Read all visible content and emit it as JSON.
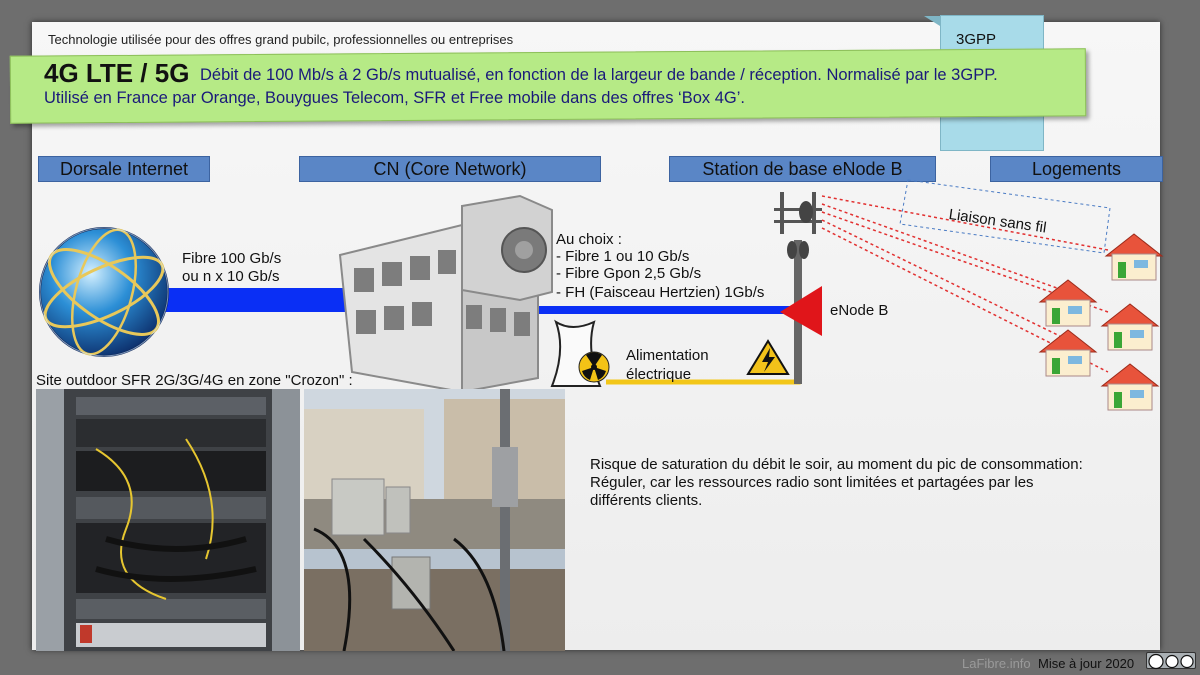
{
  "tab": {
    "label": "3GPP"
  },
  "subtitle": "Technologie utilisée pour des offres grand pubilc, professionnelles ou entreprises",
  "banner": {
    "title": "4G LTE / 5G",
    "line1": "Débit de 100 Mb/s à 2 Gb/s mutualisé, en fonction de la largeur de bande / réception. Normalisé par le 3GPP.",
    "line2": "Utilisé en France par Orange, Bouygues Telecom, SFR et Free mobile dans des offres ‘Box 4G’."
  },
  "headers": {
    "backbone": "Dorsale Internet",
    "core": "CN (Core Network)",
    "station": "Station de base eNode B",
    "homes": "Logements"
  },
  "links": {
    "fiber_l1": "Fibre 100 Gb/s",
    "fiber_l2": "ou n x 10 Gb/s",
    "choice_title": "Au choix :",
    "choice_1": "- Fibre 1 ou 10 Gb/s",
    "choice_2": "- Fibre Gpon 2,5 Gb/s",
    "choice_3": "- FH (Faisceau Hertzien) 1Gb/s",
    "enodeb": "eNode B",
    "power_l1": "Alimentation",
    "power_l2": "électrique",
    "wireless": "Liaison sans fil"
  },
  "site_caption": "Site outdoor SFR 2G/3G/4G en zone \"Crozon\" :",
  "note": {
    "l1": "Risque de saturation du débit le soir, au moment du pic de consommation:",
    "l2": "Réguler, car les ressources radio sont limitées et partagées par les",
    "l3": "différents clients."
  },
  "footer": {
    "brand": "LaFibre.info",
    "updated": "Mise à jour 2020",
    "license": "cc by sa"
  },
  "colors": {
    "backbone_link": "#0a2ff5",
    "power_link": "#f2c619",
    "header_fill": "#5a86c6",
    "banner_fill": "#b6ea86",
    "wireless_rays": "#e23030",
    "antenna_red": "#e0151a"
  }
}
